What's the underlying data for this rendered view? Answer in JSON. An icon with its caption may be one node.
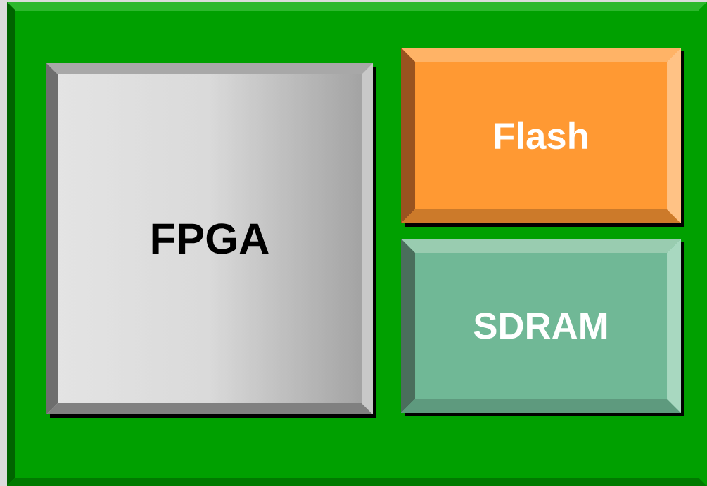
{
  "diagram": {
    "nodes": [
      {
        "text": [],
        "shape": "box"
      },
      {
        "text": [
          "FPGA"
        ],
        "in": 0
      },
      {
        "text": [
          "Flash"
        ],
        "in": 0
      },
      {
        "text": [
          "SDRAM"
        ],
        "in": 0
      }
    ]
  }
}
